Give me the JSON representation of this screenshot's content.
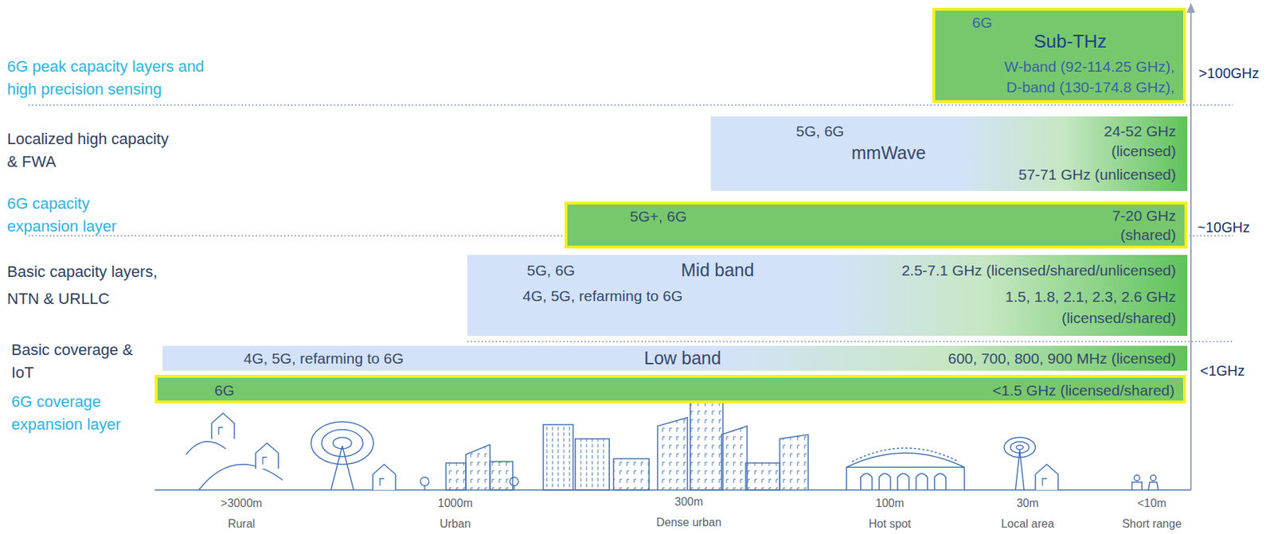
{
  "diagram": {
    "nodes": [
      {
        "text": [
          "6G",
          "Sub-THz",
          "W-band (92-114.25 GHz), D-band (130-174.8 GHz),"
        ]
      },
      {
        "text": [
          "5G, 6G",
          "mmWave",
          "24-52 GHz (licensed)",
          "57-71 GHz (unlicensed)"
        ]
      },
      {
        "text": [
          "5G+, 6G",
          "7-20 GHz (shared)"
        ]
      },
      {
        "text": [
          "5G, 6G",
          "Mid band",
          "2.5-7.1 GHz (licensed/shared/unlicensed)",
          "4G, 5G, refarming to 6G",
          "1.5, 1.8, 2.1, 2.3, 2.6 GHz (licensed/shared)"
        ]
      },
      {
        "text": [
          "4G, 5G, refarming to 6G",
          "Low band",
          "600, 700, 800, 900 MHz (licensed)"
        ]
      },
      {
        "text": [
          "6G",
          "<1.5 GHz (licensed/shared)"
        ]
      }
    ],
    "labels": [
      "6G peak capacity layers and high precision sensing",
      "Localized high capacity & FWA",
      "6G capacity expansion layer",
      "Basic capacity layers, NTN & URLLC",
      "Basic coverage & IoT",
      "6G coverage expansion layer",
      ">100GHz",
      "~10GHz",
      "<1GHz",
      ">3000m",
      "Rural",
      "1000m",
      "Urban",
      "300m",
      "Dense urban",
      "100m",
      "Hot spot",
      "30m",
      "Local area",
      "<10m",
      "Short range"
    ]
  }
}
